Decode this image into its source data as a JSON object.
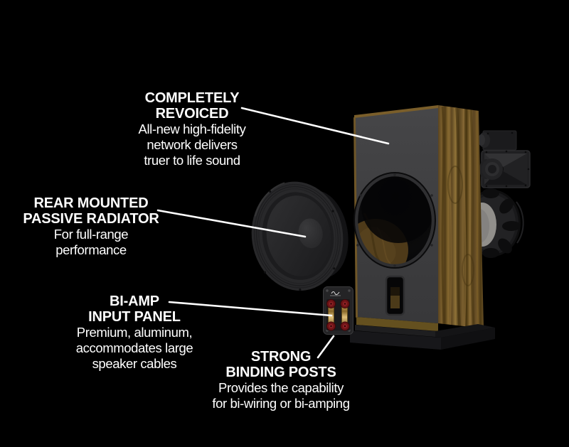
{
  "canvas": {
    "background": "#000000",
    "text_color": "#ffffff",
    "callout_line_color": "#ffffff"
  },
  "callouts": {
    "revoiced": {
      "title_lines": [
        "COMPLETELY",
        "REVOICED"
      ],
      "body_lines": [
        "All-new high-fidelity",
        "network delivers",
        "truer to life sound"
      ]
    },
    "radiator": {
      "title_lines": [
        "REAR MOUNTED",
        "PASSIVE RADIATOR"
      ],
      "body_lines": [
        "For full-range",
        "performance"
      ]
    },
    "biamp": {
      "title_lines": [
        "BI-AMP",
        "INPUT PANEL"
      ],
      "body_lines": [
        "Premium, aluminum,",
        "accommodates large",
        "speaker cables"
      ]
    },
    "binding": {
      "title_lines": [
        "STRONG",
        "BINDING POSTS"
      ],
      "body_lines": [
        "Provides the capability",
        "for bi-wiring or bi-amping"
      ]
    }
  },
  "illustration": {
    "parts": [
      "speaker-cabinet-with-wood-side",
      "front-baffle-with-woofer-opening",
      "bass-reflex-port",
      "plinth-base",
      "passive-radiator-driver",
      "bi-amp-input-panel-with-binding-posts",
      "horn-tweeter-assembly",
      "rear-woofer-driver"
    ],
    "colors": {
      "wood_mid": "#6e5526",
      "wood_dark": "#44320f",
      "wood_light": "#96763d",
      "baffle_gray": "#3f3f41",
      "driver_black": "#242426",
      "binding_post_red": "#7c181c",
      "binding_bar_gold": "#c2a058",
      "woofer_cone_gray": "#918f8b"
    }
  }
}
